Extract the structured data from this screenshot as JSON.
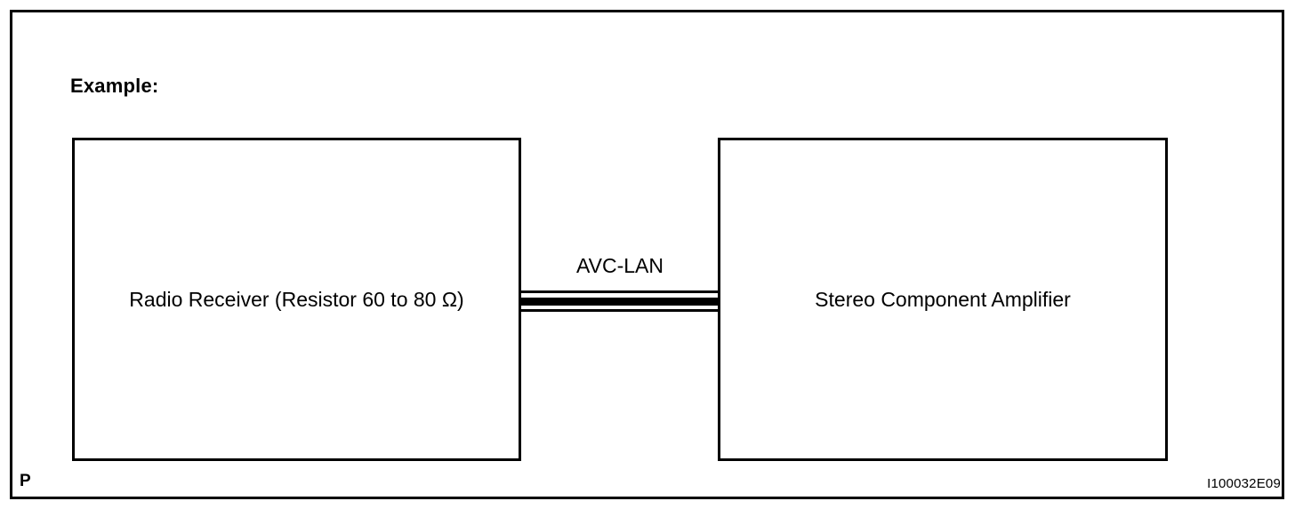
{
  "figure": {
    "heading": "Example:",
    "page_marker": "P",
    "reference_code": "I100032E09",
    "line_color": "#000000",
    "background_color": "#ffffff"
  },
  "diagram": {
    "type": "block-diagram",
    "nodes": [
      {
        "id": "radio-receiver",
        "label": "Radio Receiver (Resistor 60 to 80 Ω)"
      },
      {
        "id": "stereo-component-amplifier",
        "label": "Stereo Component Amplifier"
      }
    ],
    "connection": {
      "label": "AVC-LAN",
      "from": "radio-receiver",
      "to": "stereo-component-amplifier",
      "style": "bus-triple-line"
    }
  }
}
